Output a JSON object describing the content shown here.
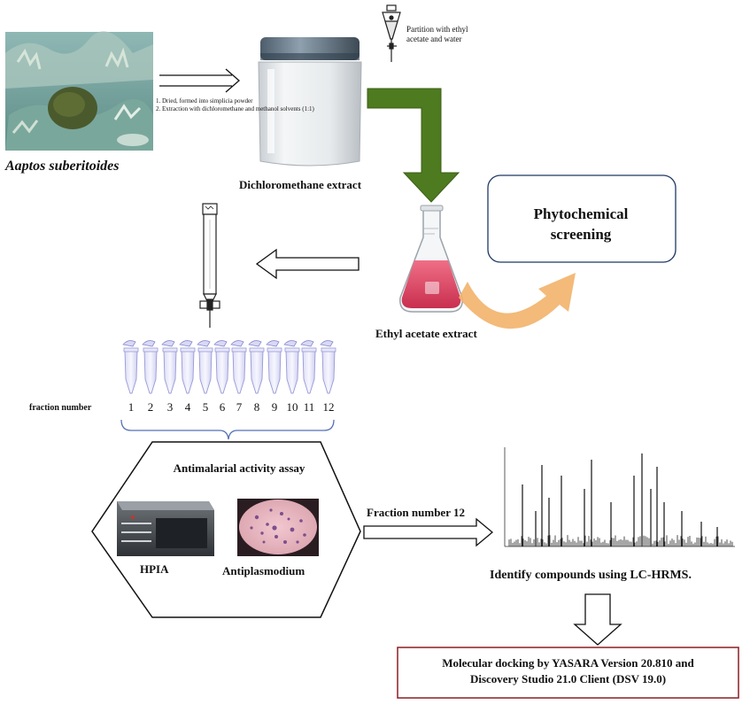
{
  "sponge": {
    "name": "Aaptos suberitoides",
    "steps": [
      "1. Dried, formed into simplicia powder",
      "2. Extraction with dichloromethane and methanol solvents (1:1)"
    ]
  },
  "jar": {
    "label": "Dichloromethane extract"
  },
  "funnel": {
    "label": "Partition with ethyl acetate and water"
  },
  "flask": {
    "label": "Ethyl acetate extract"
  },
  "screening": {
    "label": "Phytochemical screening"
  },
  "fractions": {
    "axis_label": "fraction number",
    "numbers": [
      "1",
      "2",
      "3",
      "4",
      "5",
      "6",
      "7",
      "8",
      "9",
      "10",
      "11",
      "12"
    ]
  },
  "assay": {
    "title": "Antimalarial activity assay",
    "hpia_label": "HPIA",
    "antiplasmodium_label": "Antiplasmodium"
  },
  "arrow_fraction": {
    "label": "Fraction number 12"
  },
  "lchrms": {
    "label": "Identify compounds using LC-HRMS."
  },
  "docking": {
    "line1": "Molecular docking by YASARA Version 20.810  and",
    "line2": "Discovery Studio 21.0 Client (DSV 19.0)"
  },
  "colors": {
    "green_arrow": "#4e7a20",
    "orange_arrow": "#f2b36a",
    "docking_border": "#8b1d24",
    "screening_border": "#1f3864",
    "flask_liquid": "#d94a64"
  },
  "icons": [
    "sponge-photo",
    "jar-icon",
    "separatory-funnel-icon",
    "erlenmeyer-flask-icon",
    "chromatography-column-icon",
    "microtube-icon",
    "hpia-instrument-icon",
    "microscope-slide-icon",
    "mass-spectrum-icon"
  ]
}
